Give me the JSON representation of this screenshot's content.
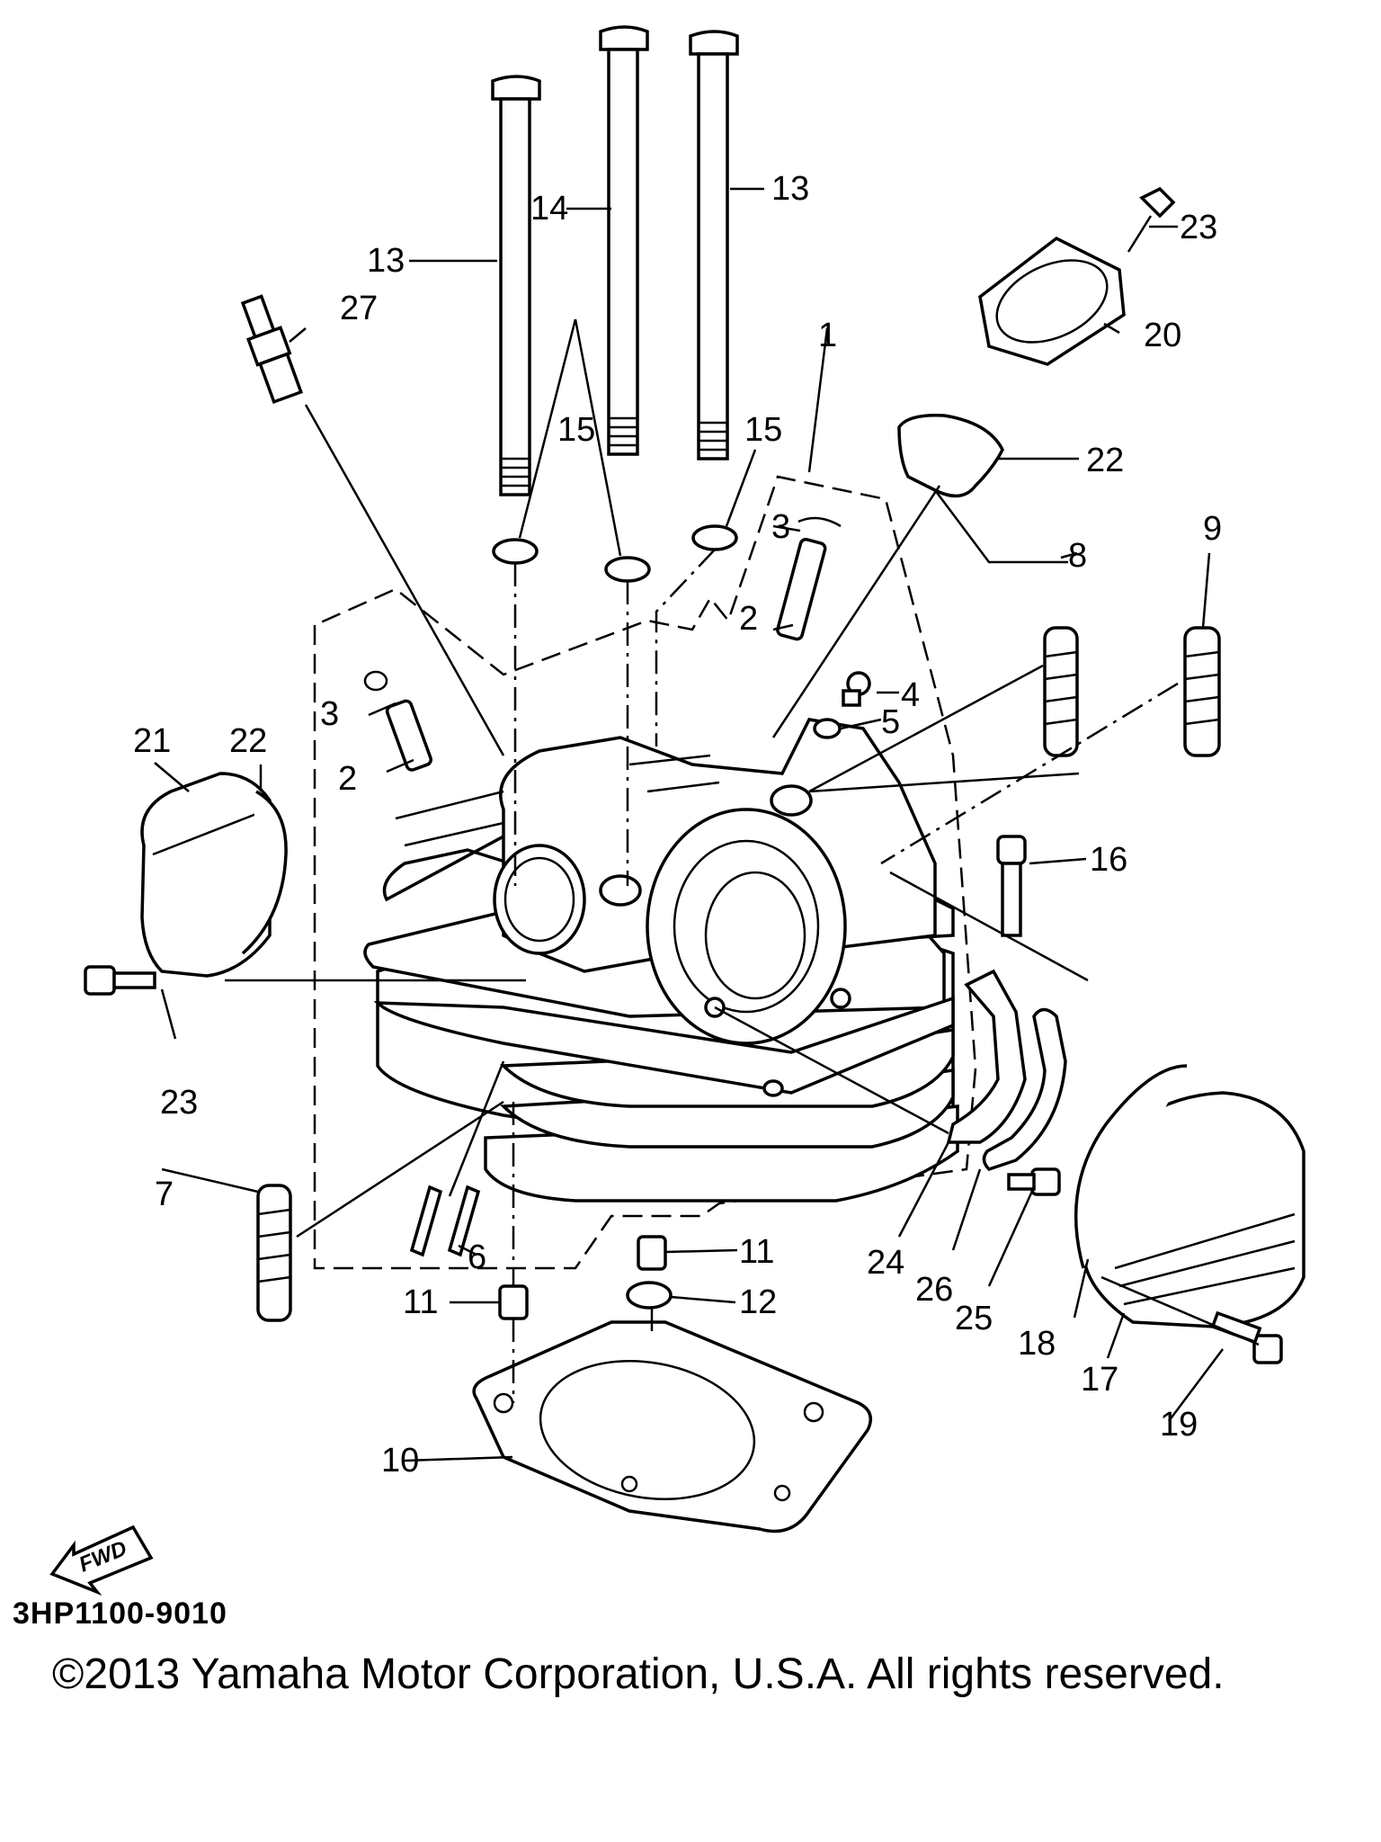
{
  "diagram_code": "3HP1100-9010",
  "copyright": "©2013 Yamaha Motor Corporation, U.S.A. All rights reserved.",
  "fwd_label": "FWD",
  "callouts": [
    "1",
    "2",
    "2",
    "3",
    "3",
    "4",
    "5",
    "6",
    "7",
    "8",
    "9",
    "10",
    "11",
    "11",
    "12",
    "13",
    "13",
    "14",
    "15",
    "15",
    "16",
    "17",
    "18",
    "19",
    "20",
    "21",
    "22",
    "22",
    "23",
    "23",
    "24",
    "25",
    "26",
    "27"
  ],
  "icons": {
    "fwd_arrow": "fwd-arrow-icon"
  }
}
